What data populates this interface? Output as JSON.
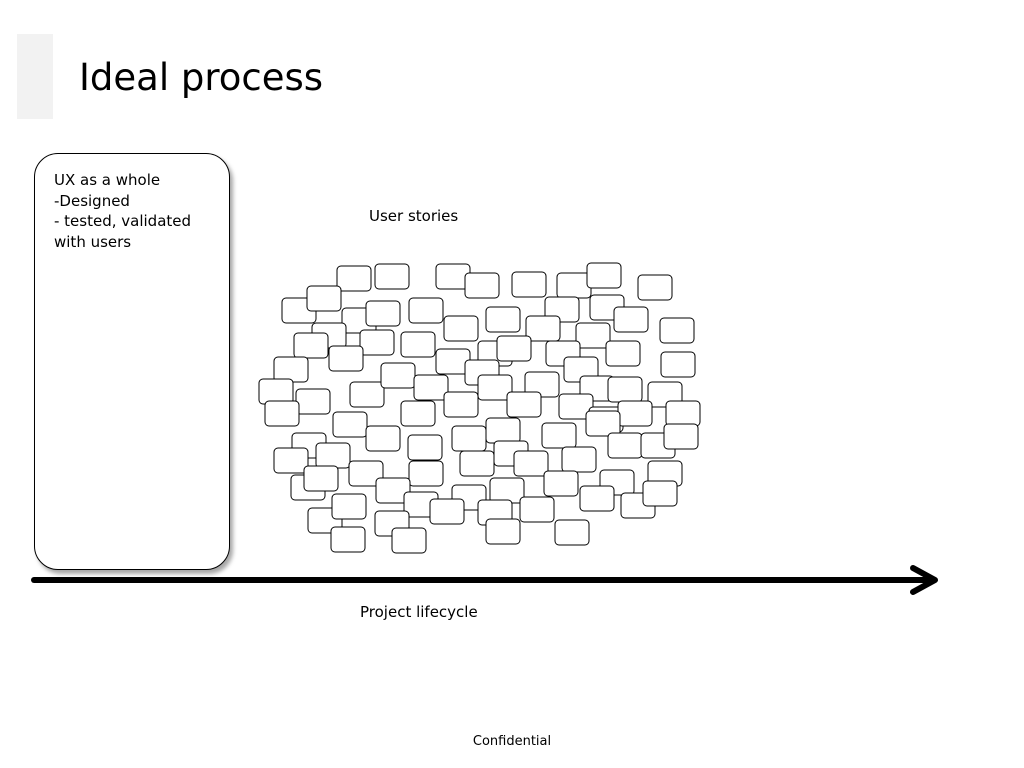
{
  "slide": {
    "title": "Ideal process",
    "ux_box": {
      "lines": [
        "UX as a whole",
        "-Designed",
        "- tested, validated",
        "with users"
      ]
    },
    "stories_label": "User stories",
    "lifecycle_label": "Project lifecycle",
    "footer": "Confidential"
  }
}
